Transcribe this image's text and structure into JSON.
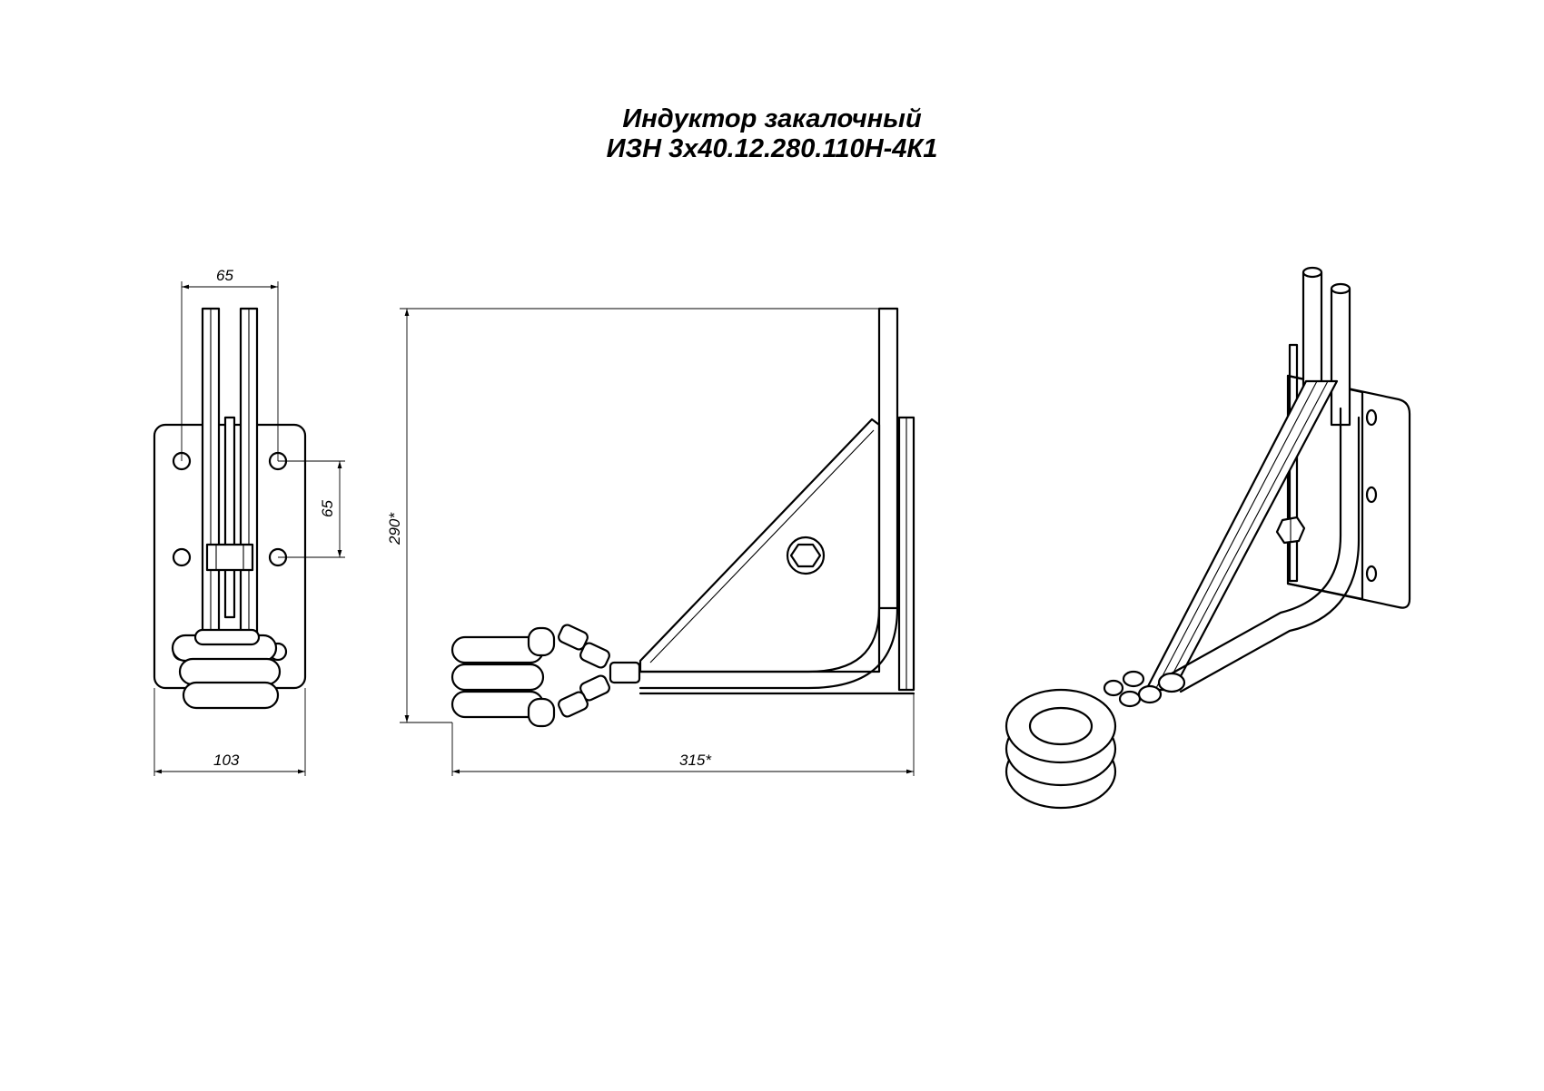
{
  "title": {
    "line1": "Индуктор закалочный",
    "line2": "ИЗН 3х40.12.280.110Н-4К1"
  },
  "dimensions": {
    "front_top_width": "65",
    "front_hole_spacing": "65",
    "front_plate_width": "103",
    "side_height": "290*",
    "side_length": "315*"
  },
  "colors": {
    "line": "#000000",
    "background": "#ffffff"
  }
}
